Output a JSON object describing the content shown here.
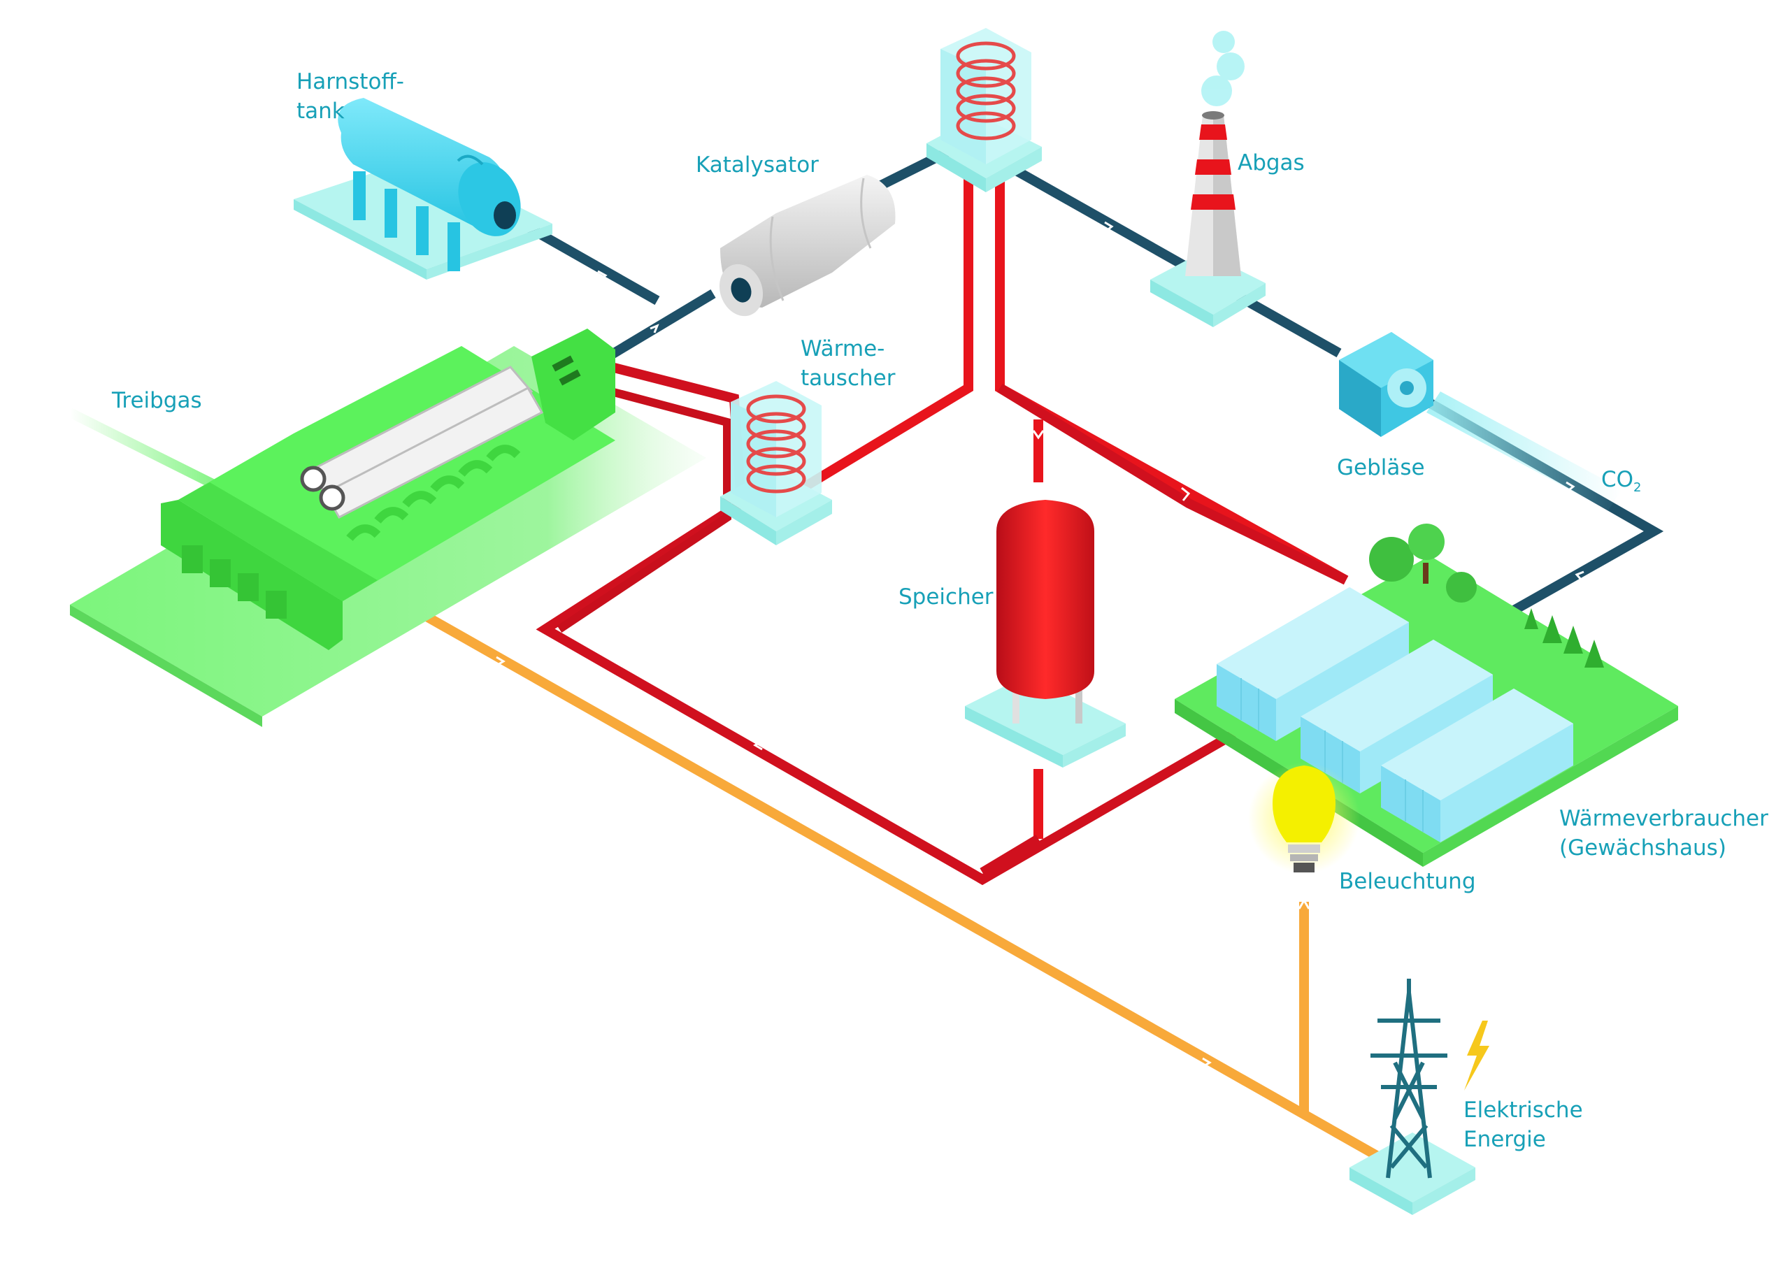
{
  "labels": {
    "harnstofftank_l1": "Harnstoff-",
    "harnstofftank_l2": "tank",
    "katalysator": "Katalysator",
    "abgas": "Abgas",
    "waermetauscher_l1": "Wärme-",
    "waermetauscher_l2": "tauscher",
    "treibgas": "Treibgas",
    "geblaese": "Gebläse",
    "co2_main": "CO",
    "co2_sub": "2",
    "speicher": "Speicher",
    "waermeverbraucher_l1": "Wärmeverbraucher",
    "waermeverbraucher_l2": "(Gewächshaus)",
    "beleuchtung": "Beleuchtung",
    "elektrische_l1": "Elektrische",
    "elektrische_l2": "Energie"
  },
  "colors": {
    "label_text": "#17a0b7",
    "exhaust_pipe": "#1e5068",
    "heat_pipe": "#d0101e",
    "heat_pipe_light": "#f02a2a",
    "electric_line": "#f8a93a",
    "gas_line": "#44ee44",
    "engine_green": "#4ef54e",
    "cyan_equipment": "#3fd6ef",
    "pad_cyan": "#b6f5f0",
    "storage_red": "#e0141e",
    "lamp_yellow": "#f4f000",
    "tower_teal": "#1f6f80",
    "bolt_yellow": "#f6c81c"
  },
  "icons": [
    "urea-tank-icon",
    "catalyst-icon",
    "heat-exchanger-icon",
    "chimney-icon",
    "blower-icon",
    "engine-icon",
    "storage-tank-icon",
    "greenhouse-icon",
    "light-bulb-icon",
    "power-tower-icon",
    "lightning-bolt-icon",
    "tree-icon"
  ]
}
